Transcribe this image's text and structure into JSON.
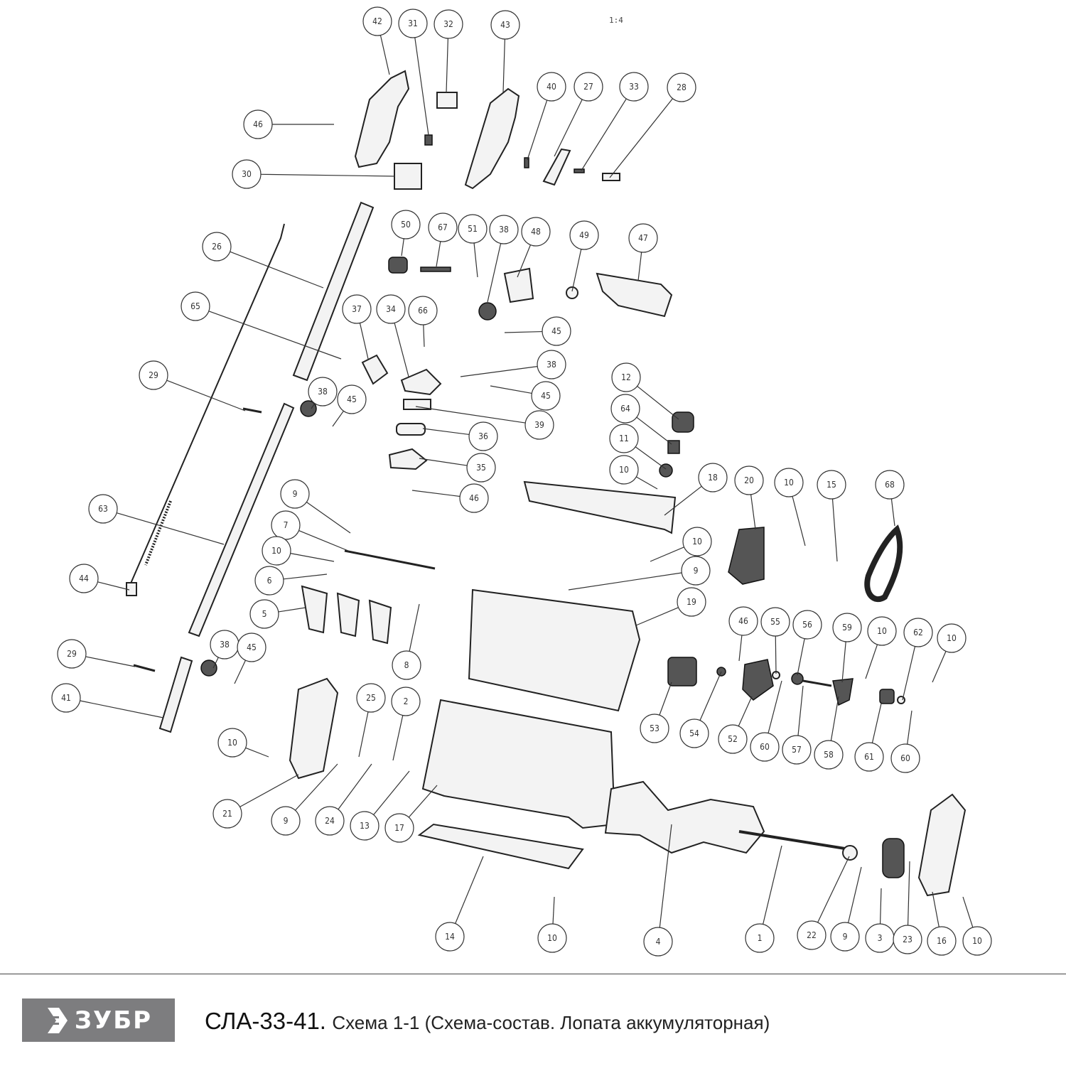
{
  "diagram": {
    "scale": "1:4",
    "callouts": [
      "42",
      "31",
      "32",
      "43",
      "46",
      "30",
      "40",
      "27",
      "33",
      "28",
      "26",
      "50",
      "67",
      "51",
      "38",
      "48",
      "49",
      "47",
      "65",
      "37",
      "34",
      "66",
      "45",
      "29",
      "38",
      "45",
      "38",
      "45",
      "39",
      "36",
      "12",
      "64",
      "11",
      "10",
      "35",
      "46",
      "18",
      "20",
      "10",
      "15",
      "68",
      "9",
      "7",
      "63",
      "10",
      "10",
      "44",
      "6",
      "9",
      "5",
      "19",
      "8",
      "46",
      "55",
      "56",
      "59",
      "10",
      "62",
      "10",
      "29",
      "38",
      "45",
      "41",
      "25",
      "2",
      "53",
      "54",
      "52",
      "60",
      "57",
      "58",
      "61",
      "60",
      "10",
      "21",
      "9",
      "24",
      "13",
      "17",
      "14",
      "10",
      "4",
      "1",
      "22",
      "9",
      "3",
      "23",
      "16",
      "10"
    ]
  },
  "footer": {
    "brand": "ЗУБР",
    "model": "СЛА-33-41.",
    "description": "Схема 1-1 (Схема-состав. Лопата аккумуляторная)",
    "brand_color": "#7d7d7f"
  }
}
